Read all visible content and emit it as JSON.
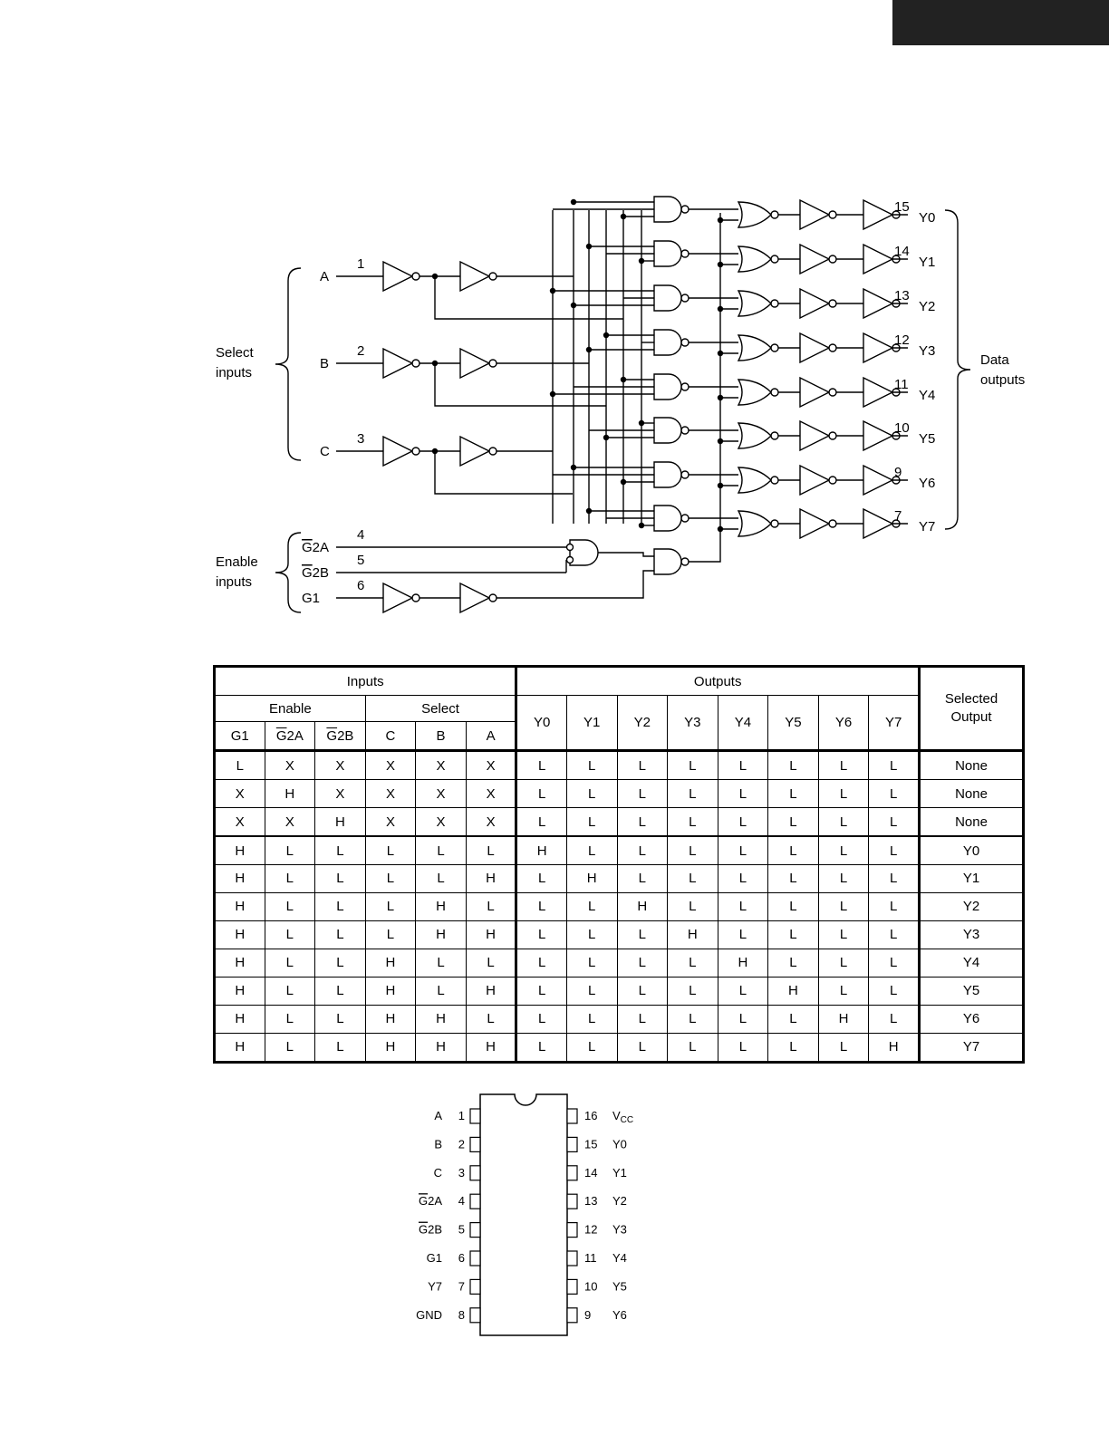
{
  "diagram": {
    "inputs": [
      {
        "name": "A",
        "pin": "1"
      },
      {
        "name": "B",
        "pin": "2"
      },
      {
        "name": "C",
        "pin": "3"
      }
    ],
    "enables": [
      {
        "prefix": "G",
        "suffix": "2A",
        "overbar": true,
        "pin": "4"
      },
      {
        "prefix": "G",
        "suffix": "2B",
        "overbar": true,
        "pin": "5"
      },
      {
        "prefix": "G1",
        "suffix": "",
        "overbar": false,
        "pin": "6"
      }
    ],
    "outputs": [
      {
        "name": "Y0",
        "pin": "15"
      },
      {
        "name": "Y1",
        "pin": "14"
      },
      {
        "name": "Y2",
        "pin": "13"
      },
      {
        "name": "Y3",
        "pin": "12"
      },
      {
        "name": "Y4",
        "pin": "11"
      },
      {
        "name": "Y5",
        "pin": "10"
      },
      {
        "name": "Y6",
        "pin": "9"
      },
      {
        "name": "Y7",
        "pin": "7"
      }
    ],
    "select_label": [
      "Select",
      "inputs"
    ],
    "enable_label": [
      "Enable",
      "inputs"
    ],
    "data_label": [
      "Data",
      "outputs"
    ]
  },
  "truth_table": {
    "group_inputs": "Inputs",
    "group_outputs": "Outputs",
    "group_selected": "Selected Output",
    "sub_enable": "Enable",
    "sub_select": "Select",
    "col_g1": "G1",
    "col_g2a": "2A",
    "col_g2b": "2B",
    "col_g2_prefix": "G",
    "col_c": "C",
    "col_b": "B",
    "col_a": "A",
    "output_cols": [
      "Y0",
      "Y1",
      "Y2",
      "Y3",
      "Y4",
      "Y5",
      "Y6",
      "Y7"
    ],
    "rows": [
      [
        "L",
        "X",
        "X",
        "X",
        "X",
        "X",
        "L",
        "L",
        "L",
        "L",
        "L",
        "L",
        "L",
        "L",
        "None"
      ],
      [
        "X",
        "H",
        "X",
        "X",
        "X",
        "X",
        "L",
        "L",
        "L",
        "L",
        "L",
        "L",
        "L",
        "L",
        "None"
      ],
      [
        "X",
        "X",
        "H",
        "X",
        "X",
        "X",
        "L",
        "L",
        "L",
        "L",
        "L",
        "L",
        "L",
        "L",
        "None"
      ],
      [
        "H",
        "L",
        "L",
        "L",
        "L",
        "L",
        "H",
        "L",
        "L",
        "L",
        "L",
        "L",
        "L",
        "L",
        "Y0"
      ],
      [
        "H",
        "L",
        "L",
        "L",
        "L",
        "H",
        "L",
        "H",
        "L",
        "L",
        "L",
        "L",
        "L",
        "L",
        "Y1"
      ],
      [
        "H",
        "L",
        "L",
        "L",
        "H",
        "L",
        "L",
        "L",
        "H",
        "L",
        "L",
        "L",
        "L",
        "L",
        "Y2"
      ],
      [
        "H",
        "L",
        "L",
        "L",
        "H",
        "H",
        "L",
        "L",
        "L",
        "H",
        "L",
        "L",
        "L",
        "L",
        "Y3"
      ],
      [
        "H",
        "L",
        "L",
        "H",
        "L",
        "L",
        "L",
        "L",
        "L",
        "L",
        "H",
        "L",
        "L",
        "L",
        "Y4"
      ],
      [
        "H",
        "L",
        "L",
        "H",
        "L",
        "H",
        "L",
        "L",
        "L",
        "L",
        "L",
        "H",
        "L",
        "L",
        "Y5"
      ],
      [
        "H",
        "L",
        "L",
        "H",
        "H",
        "L",
        "L",
        "L",
        "L",
        "L",
        "L",
        "L",
        "H",
        "L",
        "Y6"
      ],
      [
        "H",
        "L",
        "L",
        "H",
        "H",
        "H",
        "L",
        "L",
        "L",
        "L",
        "L",
        "L",
        "L",
        "H",
        "Y7"
      ]
    ]
  },
  "pinout": {
    "left": [
      {
        "pin": "1",
        "name": "A",
        "overbar": false
      },
      {
        "pin": "2",
        "name": "B",
        "overbar": false
      },
      {
        "pin": "3",
        "name": "C",
        "overbar": false
      },
      {
        "pin": "4",
        "name": "G2A",
        "overbar": true
      },
      {
        "pin": "5",
        "name": "G2B",
        "overbar": true
      },
      {
        "pin": "6",
        "name": "G1",
        "overbar": false
      },
      {
        "pin": "7",
        "name": "Y7",
        "overbar": false
      },
      {
        "pin": "8",
        "name": "GND",
        "overbar": false
      }
    ],
    "right": [
      {
        "pin": "16",
        "name": "VCC"
      },
      {
        "pin": "15",
        "name": "Y0"
      },
      {
        "pin": "14",
        "name": "Y1"
      },
      {
        "pin": "13",
        "name": "Y2"
      },
      {
        "pin": "12",
        "name": "Y3"
      },
      {
        "pin": "11",
        "name": "Y4"
      },
      {
        "pin": "10",
        "name": "Y5"
      },
      {
        "pin": "9",
        "name": "Y6"
      }
    ]
  }
}
